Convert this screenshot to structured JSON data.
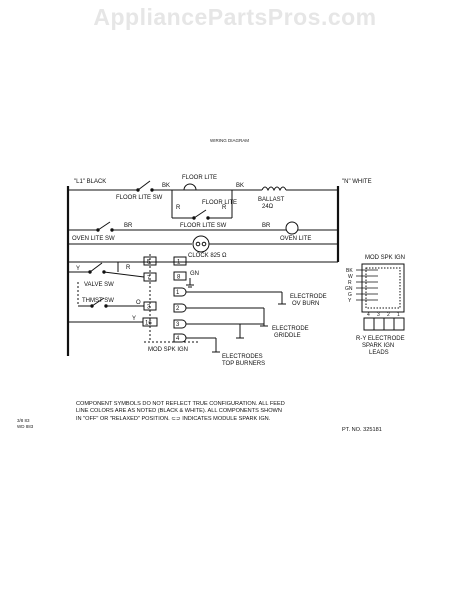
{
  "watermark": "AppliancePartsPros.com",
  "diagram_title": "WIRING DIAGRAM",
  "lines": {
    "l1": "\"L1\" BLACK",
    "n": "\"N\" WHITE"
  },
  "wire_codes": {
    "bk1": "BK",
    "bk2": "BK",
    "br1": "BR",
    "br2": "BR",
    "r1": "R",
    "r2": "R",
    "r3": "R",
    "y1": "Y",
    "y2": "Y"
  },
  "components": {
    "floor_lite_sw_top": "FLOOR LITE SW",
    "floor_lite": "FLOOR LITE",
    "floor_lite_sw_2": "FLOOR LITE SW",
    "floor_lite_2": "FLOOR LITE",
    "ballast": "BALLAST",
    "ballast_ohms": "24Ω",
    "oven_lite_sw": "OVEN LITE SW",
    "oven_lite": "OVEN LITE",
    "clock": "CLOCK 825 Ω",
    "valve_sw": "VALVE SW",
    "thmst_sw": "THMST SW",
    "mod_spk_ign": "MOD SPK IGN",
    "electrode_ov_burn_1": "ELECTRODE",
    "electrode_ov_burn_2": "OV BURN",
    "electrode_griddle_1": "ELECTRODE",
    "electrode_griddle_2": "GRIDDLE",
    "electrodes_top_1": "ELECTRODES",
    "electrodes_top_2": "TOP BURNERS",
    "gnd": "GN"
  },
  "terminals": [
    "5",
    "7",
    "3",
    "16",
    "1",
    "8",
    "1",
    "2",
    "3",
    "4"
  ],
  "inset": {
    "title": "MOD SPK IGN",
    "wires": [
      "BK",
      "W",
      "R",
      "GN",
      "G",
      "Y"
    ],
    "pins": [
      "4",
      "3",
      "2",
      "1"
    ],
    "caption_1": "R-Y ELECTRODE",
    "caption_2": "SPARK IGN",
    "caption_3": "LEADS"
  },
  "note_lines": [
    "COMPONENT SYMBOLS DO NOT REFLECT TRUE CONFIGURATION. ALL FEED",
    "LINE COLORS ARE AS NOTED (BLACK & WHITE). ALL COMPONENTS SHOWN",
    "IN \"OFF\" OR \"RELAXED\" POSITION. ⊂⊃ INDICATES MODULE SPARK IGN."
  ],
  "margin_code": [
    "3/8 83",
    "WD 883"
  ],
  "part_no": "PT. NO. 325181"
}
